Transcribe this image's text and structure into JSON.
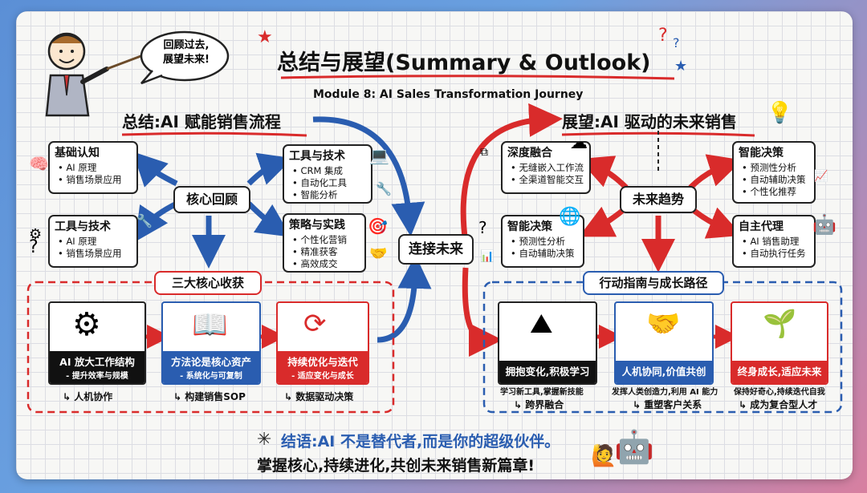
{
  "header": {
    "title": "总结与展望(Summary & Outlook)",
    "subtitle": "Module 8: AI Sales Transformation Journey"
  },
  "speech": {
    "text": "回顾过去,\n展望未来!"
  },
  "left": {
    "heading": "总结:AI 赋能销售流程",
    "hub": "核心回顾",
    "cards": [
      {
        "title": "基础认知",
        "bullets": [
          "• AI 原理",
          "• 销售场景应用"
        ]
      },
      {
        "title": "工具与技术",
        "bullets": [
          "• AI 原理",
          "• 销售场景应用"
        ]
      },
      {
        "title": "工具与技术",
        "bullets": [
          "• CRM 集成",
          "• 自动化工具",
          "• 智能分析"
        ]
      },
      {
        "title": "策略与实践",
        "bullets": [
          "• 个性化营销",
          "• 精准获客",
          "• 高效成交"
        ]
      }
    ],
    "gains_title": "三大核心收获",
    "panels": [
      {
        "title": "AI 放大工作结构",
        "sub": "- 提升效率与规模",
        "foot": "↳ 人机协作"
      },
      {
        "title": "方法论是核心资产",
        "sub": "- 系统化与可复制",
        "foot": "↳ 构建销售SOP"
      },
      {
        "title": "持续优化与迭代",
        "sub": "- 适应变化与成长",
        "foot": "↳ 数据驱动决策"
      }
    ]
  },
  "center": {
    "label": "连接未来"
  },
  "right": {
    "heading": "展望:AI 驱动的未来销售",
    "hub": "未来趋势",
    "cards": [
      {
        "title": "深度融合",
        "bullets": [
          "• 无缝嵌入工作流",
          "• 全渠道智能交互"
        ]
      },
      {
        "title": "智能决策",
        "bullets": [
          "• 预测性分析",
          "• 自动辅助决策"
        ]
      },
      {
        "title": "智能决策",
        "bullets": [
          "• 预测性分析",
          "• 自动辅助决策",
          "• 个性化推荐"
        ]
      },
      {
        "title": "自主代理",
        "bullets": [
          "• AI 销售助理",
          "• 自动执行任务"
        ]
      }
    ],
    "guide_title": "行动指南与成长路径",
    "panels": [
      {
        "title": "拥抱变化,积极学习",
        "sub": "学习新工具,掌握新技能",
        "foot": "↳ 跨界融合"
      },
      {
        "title": "人机协同,价值共创",
        "sub": "发挥人类创造力,利用 AI 能力",
        "foot": "↳ 重塑客户关系"
      },
      {
        "title": "终身成长,适应未来",
        "sub": "保持好奇心,持续迭代自我",
        "foot": "↳ 成为复合型人才"
      }
    ]
  },
  "conclusion": {
    "line1": "结语:AI 不是替代者,而是你的超级伙伴。",
    "line2": "掌握核心,持续进化,共创未来销售新篇章!"
  },
  "colors": {
    "red": "#d92b2b",
    "blue": "#2a5db0",
    "dark": "#222222"
  }
}
